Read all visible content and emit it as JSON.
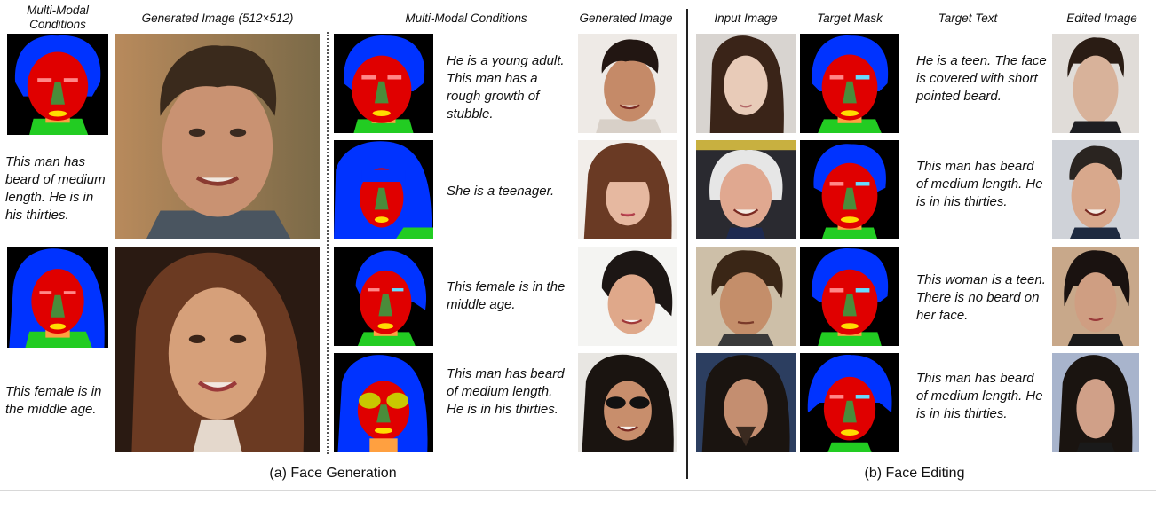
{
  "headers": {
    "mm_conditions_left": "Multi-Modal\nConditions",
    "generated_image_512": "Generated Image (512×512)",
    "mm_conditions_mid": "Multi-Modal Conditions",
    "generated_image": "Generated Image",
    "input_image": "Input Image",
    "target_mask": "Target Mask",
    "target_text": "Target Text",
    "edited_image": "Edited Image"
  },
  "left_texts": [
    "This man has beard of medium length. He is in his thirties.",
    "This female is in the middle age."
  ],
  "mid_texts": [
    "He is a young adult. This man has a rough growth of stubble.",
    "She is a teenager.",
    "This female is in the middle age.",
    "This man has beard of medium length. He is in his thirties."
  ],
  "edit_texts": [
    "He is a teen. The face is covered with short pointed beard.",
    "This man has beard of medium length. He is in his thirties.",
    "This woman is a teen. There is no beard on her face.",
    "This man has beard of medium length. He is in his thirties."
  ],
  "subcaptions": {
    "a": "(a) Face Generation",
    "b": "(b) Face Editing"
  },
  "colors": {
    "mask_bg": "#000000",
    "mask_hair": "#0033ff",
    "mask_face": "#e00000",
    "mask_nose": "#4a8c3a",
    "mask_neck": "#ffa040",
    "mask_cloth": "#22cc22",
    "mask_lip": "#ffdd00",
    "mask_brow": "#ff8888",
    "mask_eye": "#66ddff"
  }
}
